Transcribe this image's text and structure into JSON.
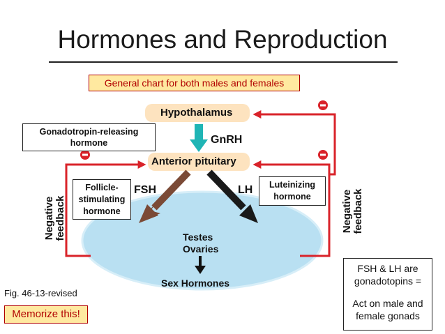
{
  "title": "Hormones and Reproduction",
  "subtitle_box": "General chart for both males and females",
  "nodes": {
    "hypothalamus": "Hypothalamus",
    "anterior_pituitary": "Anterior pituitary",
    "target_line1": "Testes",
    "target_line2": "Ovaries",
    "sex_hormones": "Sex Hormones"
  },
  "arrow_labels": {
    "gnrh": "GnRH",
    "fsh": "FSH",
    "lh": "LH"
  },
  "callouts": {
    "gnrh_full": "Gonadotropin-releasing hormone",
    "fsh_full": "Follicle-stimulating hormone",
    "lh_full": "Luteinizing hormone",
    "gonadotropins_line1": "FSH & LH are gonadotopins =",
    "gonadotropins_line2": "Act on male and female gonads"
  },
  "feedback": {
    "left": "Negative feedback",
    "right": "Negative feedback",
    "symbol": "−"
  },
  "figure_ref": "Fig. 46-13-revised",
  "memorize": "Memorize this!",
  "colors": {
    "feedback_red": "#d9232a",
    "gnrh_teal": "#1fb5b5",
    "fsh_brown": "#7b4a36",
    "lh_black": "#1a1a1a",
    "gonad_blue": "#b9e0f2",
    "highlight_yellow": "#ffe9a0",
    "node_glow": "#fde3bf"
  }
}
